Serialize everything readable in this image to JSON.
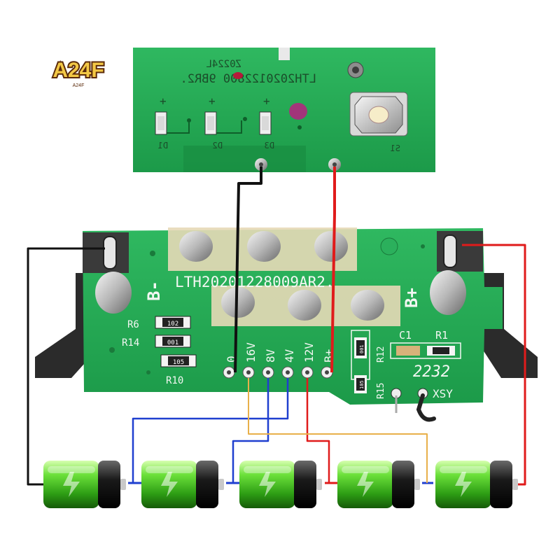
{
  "logo": {
    "text": "A24F",
    "subtext": "A24F"
  },
  "top_board": {
    "part_number": "LTH2020122800 9BR2.",
    "code": "Z0224L",
    "leds": [
      "D1",
      "D2",
      "D3"
    ],
    "led_polarity": "+",
    "switch": "S1"
  },
  "main_board": {
    "part_number": "LTH20201228009AR2.",
    "neg_label": "B-",
    "pos_label": "B+",
    "resistors": [
      {
        "ref": "R6",
        "value": "102"
      },
      {
        "ref": "R14",
        "value": "001"
      },
      {
        "ref": "R10",
        "value": "105"
      }
    ],
    "taps": [
      "0",
      "16V",
      "8V",
      "4V",
      "12V",
      "B+"
    ],
    "right_parts": [
      "C1",
      "R1",
      "R12",
      "R15"
    ],
    "right_small_values": [
      "001",
      "105"
    ],
    "date_code": "2232",
    "maker": "XSY"
  },
  "wire_colors": {
    "black": "#111111",
    "red": "#e01b1b",
    "blue": "#1f3fcf",
    "orange": "#e8b04a"
  },
  "batteries": {
    "count": 5,
    "cell_color": "#4fcf2a",
    "cap_color": "#222222"
  }
}
